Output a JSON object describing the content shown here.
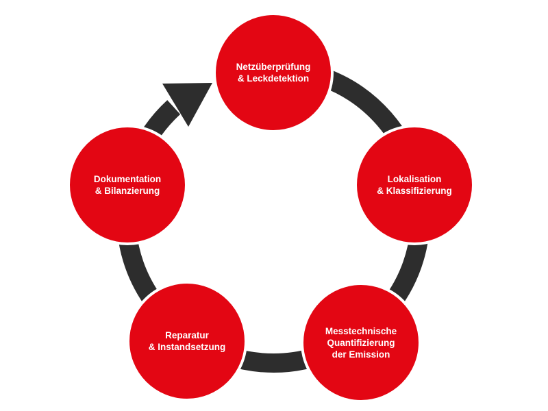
{
  "colors": {
    "node": "#e30613",
    "ring": "#2d2d2d",
    "text": "#ffffff"
  },
  "nodes": [
    {
      "label": "Netzüberprüfung\n& Leckdetektion"
    },
    {
      "label": "Lokalisation\n& Klassifizierung"
    },
    {
      "label": "Messtechnische\nQuantifizierung\nder Emission"
    },
    {
      "label": "Reparatur\n& Instandsetzung"
    },
    {
      "label": "Dokumentation\n& Bilanzierung"
    }
  ]
}
